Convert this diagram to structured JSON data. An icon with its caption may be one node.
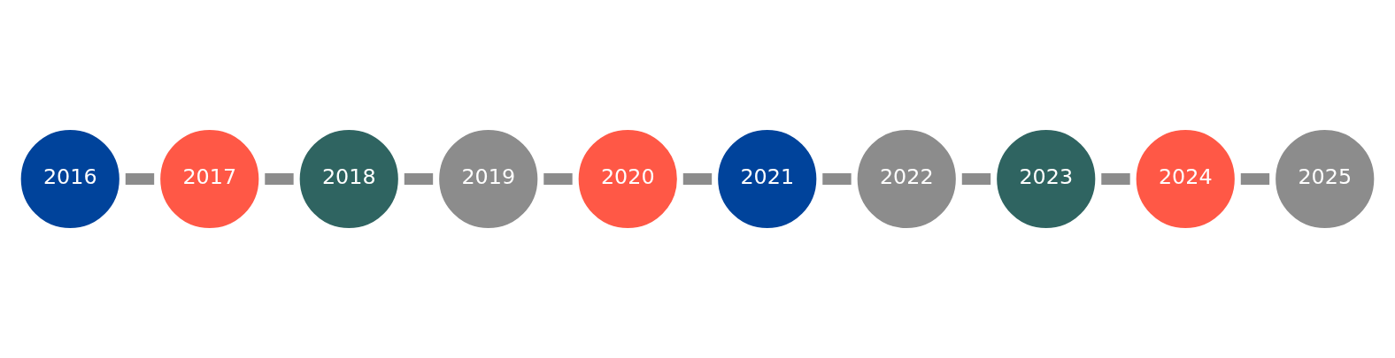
{
  "diagram": {
    "nodes": [
      {
        "text": [
          "2016"
        ]
      },
      {
        "text": [
          "2017"
        ]
      },
      {
        "text": [
          "2018"
        ]
      },
      {
        "text": [
          "2019"
        ]
      },
      {
        "text": [
          "2020"
        ]
      },
      {
        "text": [
          "2021"
        ]
      },
      {
        "text": [
          "2022"
        ]
      },
      {
        "text": [
          "2023"
        ]
      },
      {
        "text": [
          "2024"
        ]
      },
      {
        "text": [
          "2025"
        ]
      }
    ],
    "edges": [
      {
        "from": 0,
        "to": 1,
        "arrow": "none"
      },
      {
        "from": 1,
        "to": 2,
        "arrow": "none"
      },
      {
        "from": 2,
        "to": 3,
        "arrow": "none"
      },
      {
        "from": 3,
        "to": 4,
        "arrow": "none"
      },
      {
        "from": 4,
        "to": 5,
        "arrow": "none"
      },
      {
        "from": 5,
        "to": 6,
        "arrow": "none"
      },
      {
        "from": 6,
        "to": 7,
        "arrow": "none"
      },
      {
        "from": 7,
        "to": 8,
        "arrow": "none"
      },
      {
        "from": 8,
        "to": 9,
        "arrow": "none"
      }
    ]
  }
}
